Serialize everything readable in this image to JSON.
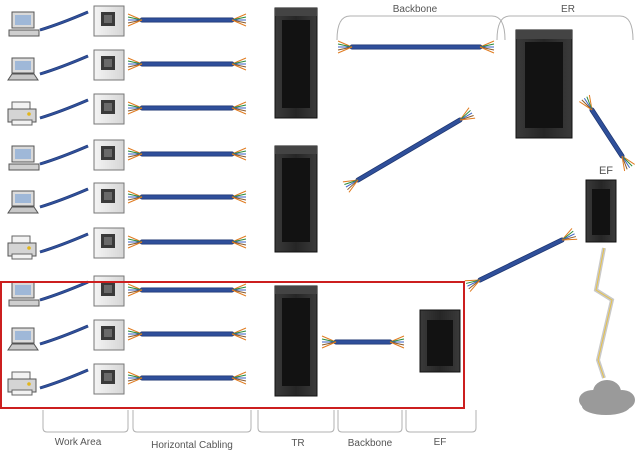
{
  "labels": {
    "backbone_top": "Backbone",
    "er": "ER",
    "ef_right": "EF",
    "work_area": "Work Area",
    "horizontal_cabling": "Horizontal Cabling",
    "tr": "TR",
    "backbone_bottom": "Backbone",
    "ef_bottom": "EF"
  },
  "rows": [
    {
      "device": "computer"
    },
    {
      "device": "laptop"
    },
    {
      "device": "printer"
    },
    {
      "device": "computer"
    },
    {
      "device": "laptop"
    },
    {
      "device": "printer"
    },
    {
      "device": "computer"
    },
    {
      "device": "laptop"
    },
    {
      "device": "printer"
    }
  ],
  "colors": {
    "cable": "#2f4f9a",
    "cable_dark": "#1e3670",
    "rack": "#2b2b2b",
    "highlight": "#cc1f1f",
    "bracket": "#b0b0b0",
    "cloud": "#9a9a9a",
    "lightning": "#c0c0c0"
  }
}
